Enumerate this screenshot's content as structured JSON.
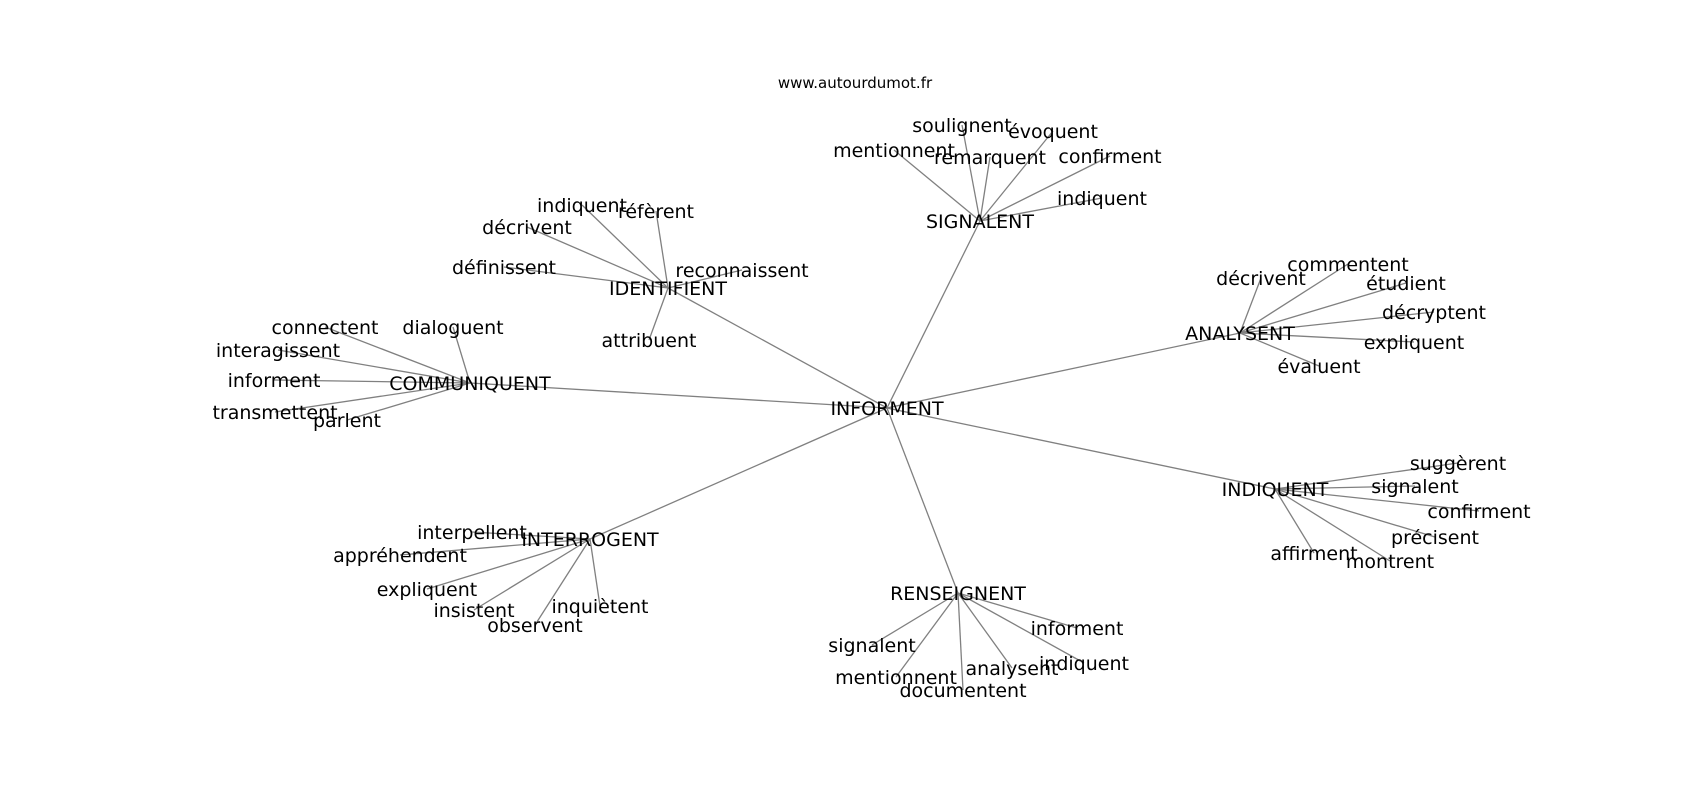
{
  "source_label": "www.autourdumot.fr",
  "colors": {
    "edge": "#808080",
    "text": "#000000",
    "background": "#ffffff"
  },
  "graph": {
    "center": "INFORMENT",
    "clusters": [
      {
        "hub": "SIGNALENT",
        "words": [
          "soulignent",
          "évoquent",
          "mentionnent",
          "remarquent",
          "confirment",
          "indiquent"
        ]
      },
      {
        "hub": "IDENTIFIENT",
        "words": [
          "indiquent",
          "réfèrent",
          "décrivent",
          "définissent",
          "reconnaissent",
          "attribuent"
        ]
      },
      {
        "hub": "COMMUNIQUENT",
        "words": [
          "connectent",
          "dialoguent",
          "interagissent",
          "informent",
          "transmettent",
          "parlent"
        ]
      },
      {
        "hub": "ANALYSENT",
        "words": [
          "commentent",
          "décrivent",
          "étudient",
          "décryptent",
          "expliquent",
          "évaluent"
        ]
      },
      {
        "hub": "INDIQUENT",
        "words": [
          "suggèrent",
          "signalent",
          "confirment",
          "précisent",
          "affirment",
          "montrent"
        ]
      },
      {
        "hub": "INTERROGENT",
        "words": [
          "interpellent",
          "appréhendent",
          "expliquent",
          "insistent",
          "inquiètent",
          "observent"
        ]
      },
      {
        "hub": "RENSEIGNENT",
        "words": [
          "informent",
          "signalent",
          "analysent",
          "indiquent",
          "mentionnent",
          "documentent"
        ]
      }
    ]
  }
}
